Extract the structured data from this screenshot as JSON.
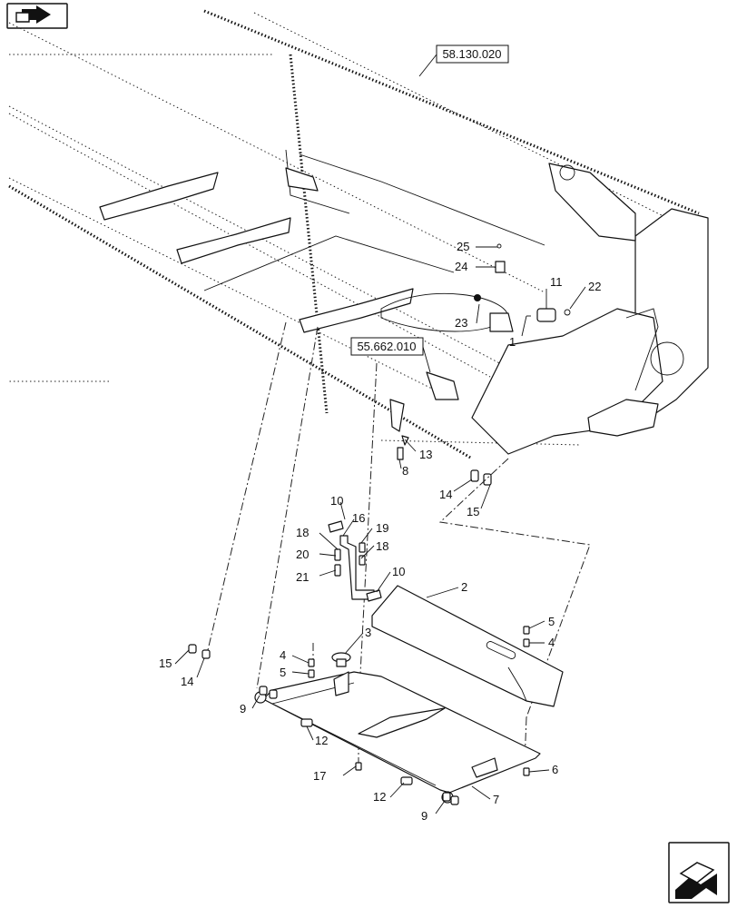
{
  "reference_boxes": {
    "top": "58.130.020",
    "mid": "55.662.010"
  },
  "callouts": {
    "c1": "1",
    "c2": "2",
    "c3": "3",
    "c4a": "4",
    "c4b": "4",
    "c5a": "5",
    "c5b": "5",
    "c6": "6",
    "c7": "7",
    "c8": "8",
    "c9a": "9",
    "c9b": "9",
    "c10a": "10",
    "c10b": "10",
    "c11": "11",
    "c12a": "12",
    "c12b": "12",
    "c13": "13",
    "c14a": "14",
    "c14b": "14",
    "c15a": "15",
    "c15b": "15",
    "c16": "16",
    "c17": "17",
    "c18a": "18",
    "c18b": "18",
    "c19": "19",
    "c20": "20",
    "c21": "21",
    "c22": "22",
    "c23": "23",
    "c24": "24",
    "c25": "25"
  },
  "icons": {
    "top_left": "book-arrow-icon",
    "bottom_right": "next-page-arrow-icon"
  }
}
